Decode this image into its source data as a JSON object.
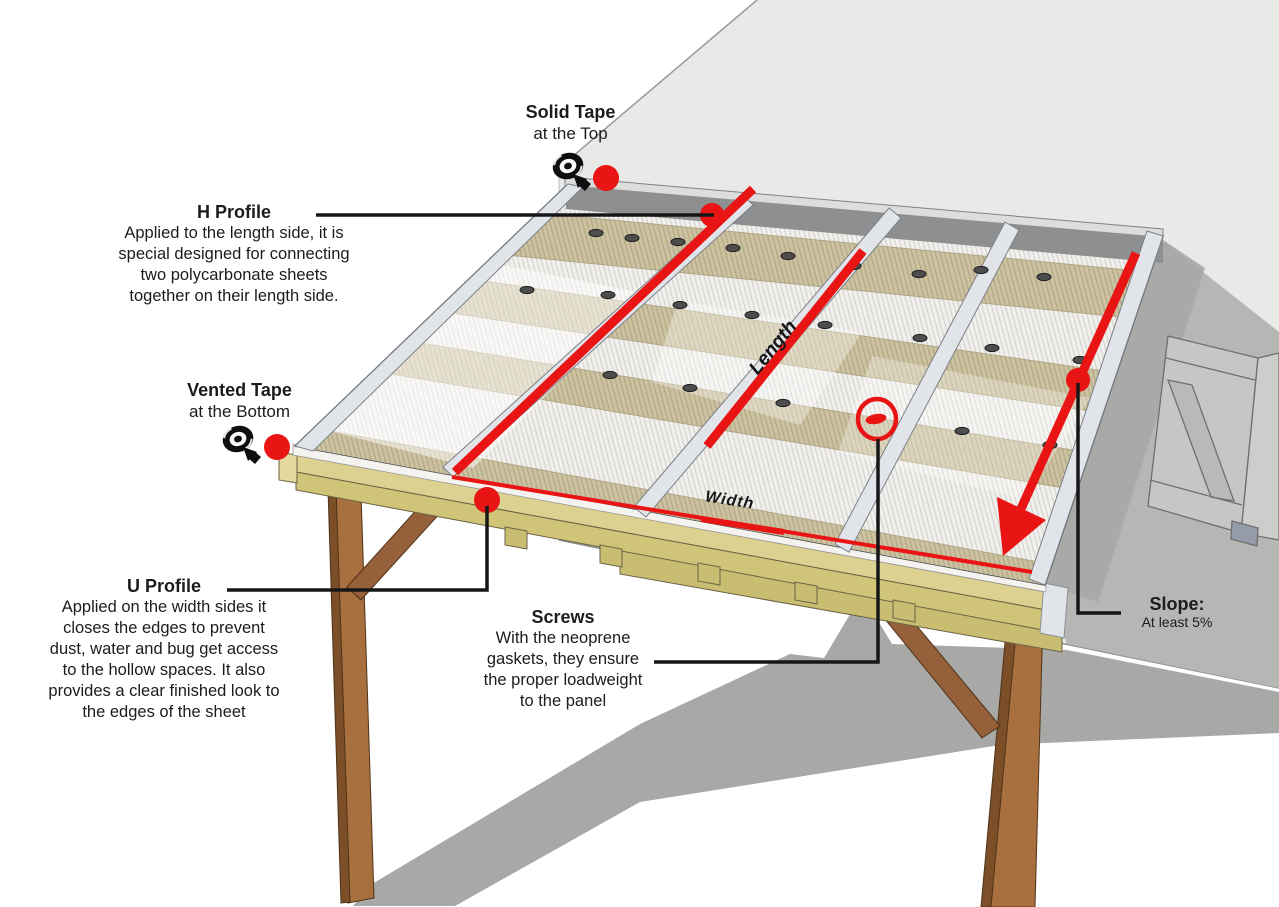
{
  "labels": {
    "solid_tape": {
      "title": "Solid Tape",
      "subtitle": "at the Top",
      "icon": "tape-roll-icon"
    },
    "h_profile": {
      "title": "H Profile",
      "lines": [
        "Applied to the length side, it is",
        "special designed for connecting",
        "two polycarbonate sheets",
        "together on their length side."
      ]
    },
    "vented_tape": {
      "title": "Vented Tape",
      "subtitle": "at the Bottom",
      "icon": "tape-roll-icon"
    },
    "u_profile": {
      "title": "U Profile",
      "lines": [
        "Applied on the width sides it",
        "closes the edges to prevent",
        "dust, water and bug get access",
        "to the hollow spaces. It also",
        "provides a clear finished look to",
        "the edges of the sheet"
      ]
    },
    "screws": {
      "title": "Screws",
      "lines": [
        "With the neoprene",
        "gaskets, they ensure",
        "the proper loadweight",
        "to the panel"
      ]
    },
    "slope": {
      "title": "Slope:",
      "subtitle": "At least 5%"
    },
    "axis": {
      "length": "Length",
      "width": "Width"
    }
  },
  "colors": {
    "accent_red": "#e91414",
    "connector_black": "#161616",
    "wood_brown": "#a8703e",
    "frame_khaki": "#d5c985",
    "aluminum": "#e1e5ea",
    "wall_gray": "#e9e9e7",
    "shadow_gray": "#a8a8a6",
    "text": "#1c1c1c"
  }
}
